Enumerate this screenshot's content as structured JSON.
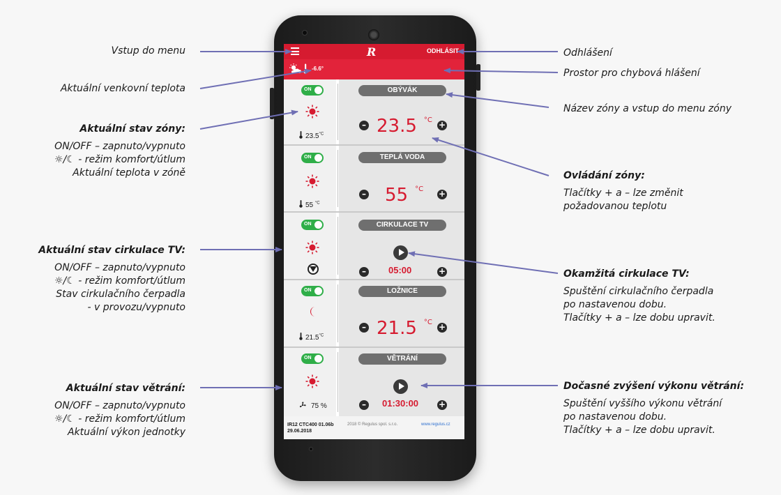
{
  "colors": {
    "accent_red": "#d61b30",
    "toggle_green": "#2fae48",
    "arrow": "#6f6fb4"
  },
  "annotations": {
    "menu_entry": "Vstup do menu",
    "outdoor_temp": "Aktuální venkovní teplota",
    "zone_state": {
      "heading": "Aktuální stav zóny:",
      "lines": [
        "ON/OFF – zapnuto/vypnuto",
        "☼/☾ - režim komfort/útlum",
        "Aktuální teplota v zóně"
      ]
    },
    "circ_state": {
      "heading": "Aktuální stav cirkulace TV:",
      "lines": [
        "ON/OFF – zapnuto/vypnuto",
        "☼/☾ - režim komfort/útlum",
        "Stav cirkulačního čerpadla",
        "- v provozu/vypnuto"
      ]
    },
    "vent_state": {
      "heading": "Aktuální stav větrání:",
      "lines": [
        "ON/OFF – zapnuto/vypnuto",
        "☼/☾ - režim komfort/útlum",
        "Aktuální výkon jednotky"
      ]
    },
    "logout": "Odhlášení",
    "error_space": "Prostor pro chybová hlášení",
    "zone_name": "Název zóny a vstup do menu zóny",
    "zone_control": {
      "heading": "Ovládání zóny:",
      "lines": [
        "Tlačítky + a – lze změnit",
        "požadovanou teplotu"
      ]
    },
    "instant_circ": {
      "heading": "Okamžitá cirkulace TV:",
      "lines": [
        "Spuštění cirkulačního čerpadla",
        "po nastavenou dobu.",
        "Tlačítky + a – lze dobu upravit."
      ]
    },
    "vent_boost": {
      "heading": "Dočasné zvýšení výkonu větrání:",
      "lines": [
        "Spuštění vyššího výkonu větrání",
        "po nastavenou dobu.",
        "Tlačítky + a – lze dobu upravit."
      ]
    }
  },
  "app": {
    "logo": "R",
    "logout_label": "ODHLÁSIT",
    "outdoor_temp": "-6.6°",
    "toggle_label": "ON",
    "zones": [
      {
        "name": "OBÝVÁK",
        "mode": "sun",
        "current_temp": "23.5",
        "current_unit": "°C",
        "set_temp": "23.5",
        "unit": "°C"
      },
      {
        "name": "TEPLÁ VODA",
        "mode": "sun",
        "current_temp": "55",
        "current_unit": "°C",
        "set_temp": "55",
        "unit": "°C"
      },
      {
        "name": "CIRKULACE TV",
        "mode": "sun",
        "timer": "05:00"
      },
      {
        "name": "LOŽNICE",
        "mode": "moon",
        "current_temp": "21.5",
        "current_unit": "°C",
        "set_temp": "21.5",
        "unit": "°C"
      },
      {
        "name": "VĚTRÁNÍ",
        "mode": "sun",
        "fan_power": "75 %",
        "timer": "01:30:00"
      }
    ],
    "footer": {
      "version_line1": "IR12 CTC400 01.06b",
      "version_line2": "29.06.2018",
      "copyright": "2018 © Regulus spol. s.r.o.",
      "website": "www.regulus.cz"
    }
  }
}
